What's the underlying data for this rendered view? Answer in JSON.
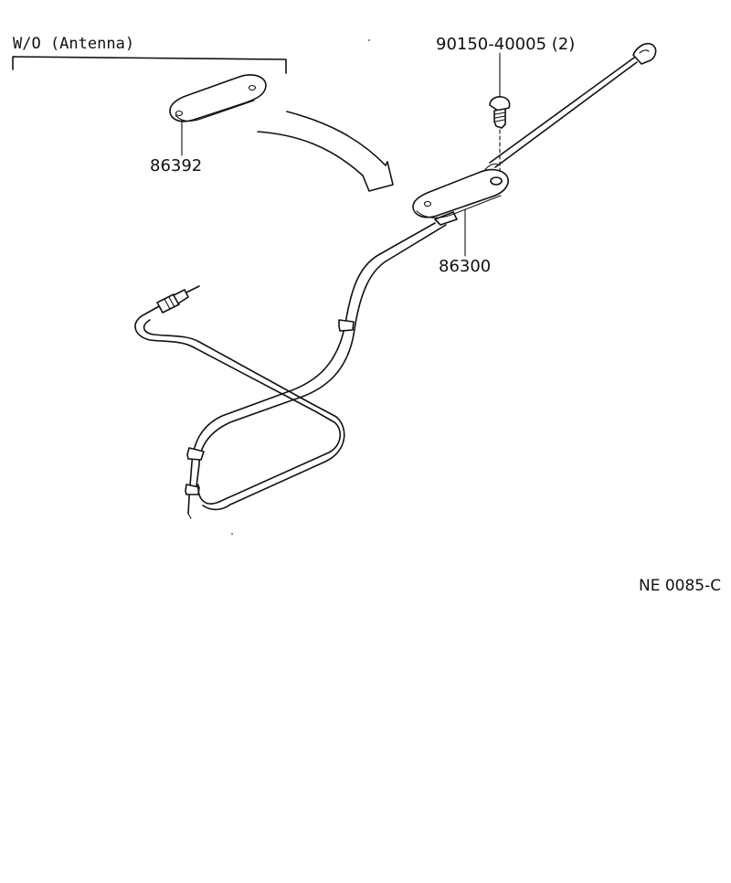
{
  "group_label": "W/O  (Antenna)",
  "parts": {
    "cover": "86392",
    "antenna": "86300",
    "screw": "90150-40005 (2)"
  },
  "drawing_code": "NE  0085-C"
}
